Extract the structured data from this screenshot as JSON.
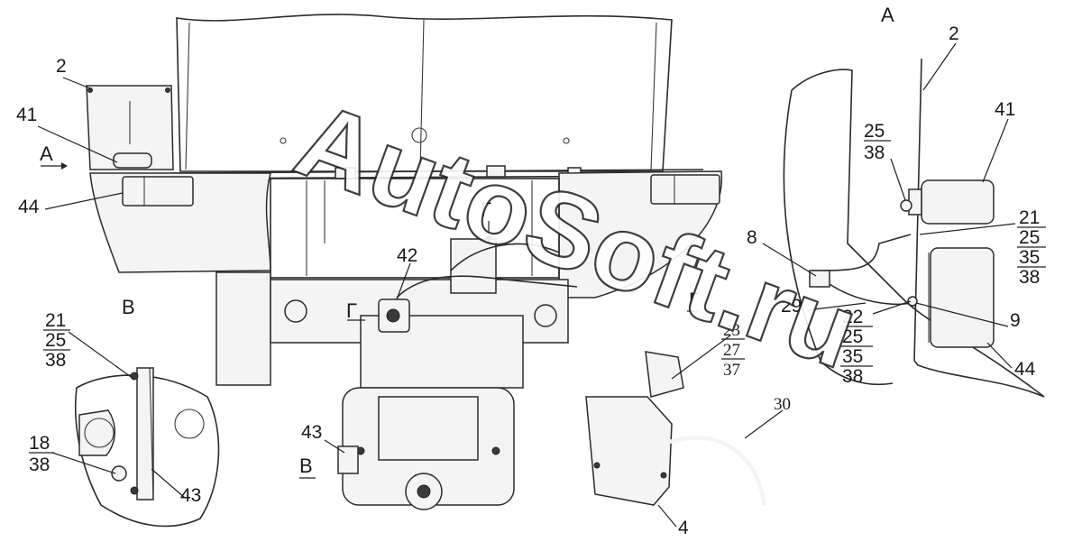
{
  "watermark": "AutoSoft.ru",
  "view_labels": {
    "a_top_right": "А",
    "v_left": "В",
    "a_arrow": "А",
    "v_arrow": "В",
    "g_arrow_top": "Г",
    "g_arrow_left": "Г",
    "g_arrow_right": "Г"
  },
  "callouts": {
    "c2_left": "2",
    "c41_left": "41",
    "c44_left": "44",
    "c42": "42",
    "c43_main": "43",
    "c2_right": "2",
    "c41_right": "41",
    "c25_a": "25",
    "c38_a": "38",
    "c21_right": "21",
    "c25_b": "25",
    "c35_b": "35",
    "c38_b": "38",
    "c8": "8",
    "c29": "29",
    "c22": "22",
    "c25_c": "25",
    "c35_c": "35",
    "c38_c": "38",
    "c9": "9",
    "c44_right": "44",
    "c23": "23",
    "c27": "27",
    "c37": "37",
    "c30": "30",
    "c4": "4",
    "c21_left": "21",
    "c25_left": "25",
    "c38_left": "38",
    "c18": "18",
    "c38_left2": "38",
    "c43_detail": "43"
  }
}
